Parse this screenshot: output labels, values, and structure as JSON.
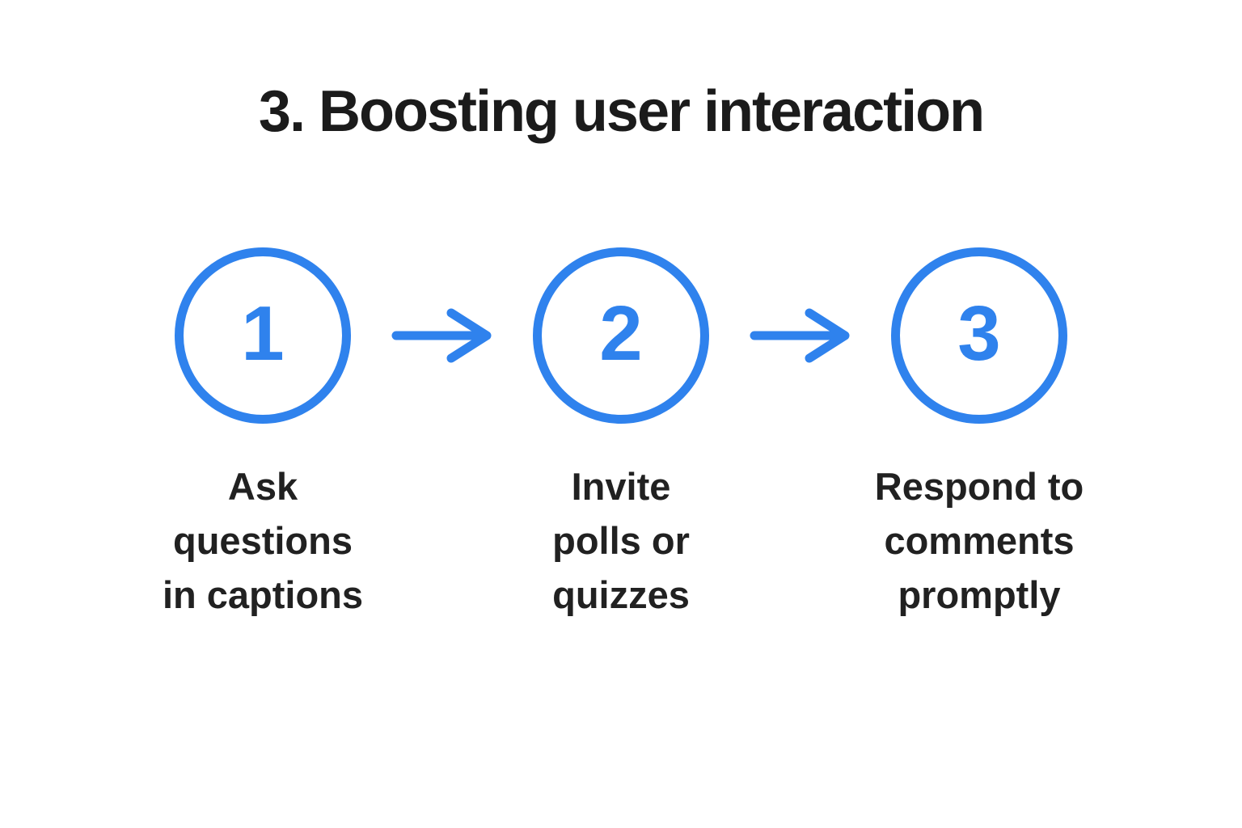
{
  "page": {
    "background": "#ffffff",
    "accent_blue": "#2F82ED",
    "title_color": "#1b1b1b",
    "label_color": "#212121"
  },
  "title": "3. Boosting user interaction",
  "steps": [
    {
      "number": "1",
      "label": "Ask\nquestions\nin captions"
    },
    {
      "number": "2",
      "label": "Invite\npolls or\nquizzes"
    },
    {
      "number": "3",
      "label": "Respond to\ncomments\npromptly"
    }
  ],
  "connectors": [
    {
      "icon": "arrow-right"
    },
    {
      "icon": "arrow-right"
    }
  ]
}
